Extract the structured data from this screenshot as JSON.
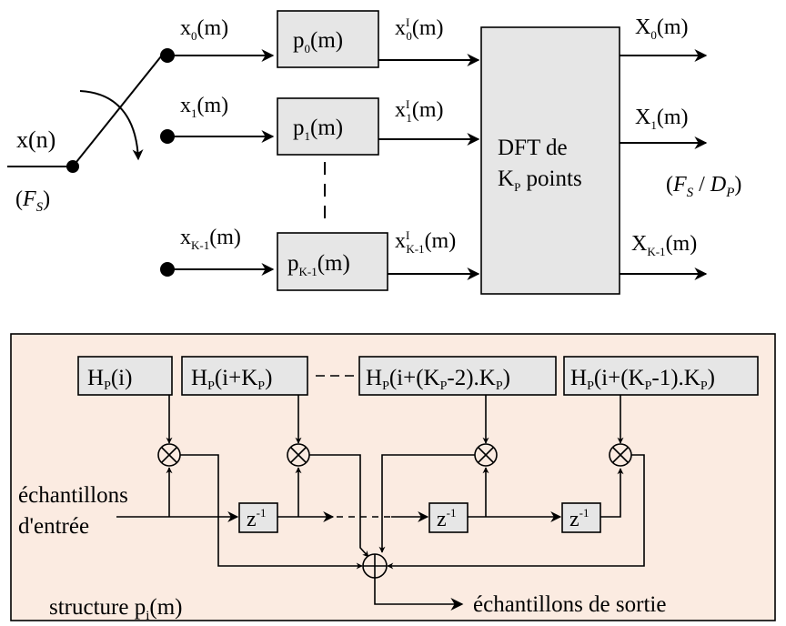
{
  "top": {
    "input": {
      "main": "x(n)",
      "rate_main": "(",
      "rate_var": "F",
      "rate_sub": "S",
      "rate_close": ")"
    },
    "branches": [
      {
        "in_base": "x",
        "in_sub": "0",
        "in_tail": "(m)",
        "filter_base": "p",
        "filter_sub": "0",
        "filter_tail": "(m)",
        "mid_base": "x",
        "mid_sup": "I",
        "mid_sub": "0",
        "mid_tail": "(m)",
        "out_base": "X",
        "out_sub": "0",
        "out_tail": "(m)"
      },
      {
        "in_base": "x",
        "in_sub": "1",
        "in_tail": "(m)",
        "filter_base": "p",
        "filter_sub": "1",
        "filter_tail": "(m)",
        "mid_base": "x",
        "mid_sup": "I",
        "mid_sub": "1",
        "mid_tail": "(m)",
        "out_base": "X",
        "out_sub": "1",
        "out_tail": "(m)"
      },
      {
        "in_base": "x",
        "in_sub": "K-1",
        "in_tail": "(m)",
        "filter_base": "p",
        "filter_sub": "K-1",
        "filter_tail": "(m)",
        "mid_base": "x",
        "mid_sup": "I",
        "mid_sub": "K-1",
        "mid_tail": "(m)",
        "out_base": "X",
        "out_sub": "K-1",
        "out_tail": "(m)"
      }
    ],
    "dft": {
      "line1": "DFT de",
      "line2_base": "K",
      "line2_sub": "P",
      "line2_tail": " points"
    },
    "output_rate": {
      "open": "(",
      "num": "F",
      "num_sub": "S",
      "slash": " / ",
      "den": "D",
      "den_sub": "P",
      "close": ")"
    }
  },
  "bottom": {
    "background": "#fbebe1",
    "coef_boxes": [
      {
        "a": "H",
        "a_sub": "P",
        "b": "(i)"
      },
      {
        "a": "H",
        "a_sub": "P",
        "b": "(i+K",
        "c_sub": "P",
        "d": ")"
      },
      {
        "a": "H",
        "a_sub": "P",
        "b": "(i+(K",
        "c_sub": "P",
        "d": "-2).K",
        "e_sub": "P",
        "f": ")"
      },
      {
        "a": "H",
        "a_sub": "P",
        "b": "(i+(K",
        "c_sub": "P",
        "d": "-1).K",
        "e_sub": "P",
        "f": ")"
      }
    ],
    "delay": {
      "base": "z",
      "sup": "-1"
    },
    "input_label_1": "échantillons",
    "input_label_2": "d'entrée",
    "output_label": "échantillons de sortie",
    "structure_base": "structure p",
    "structure_sub": "i",
    "structure_tail": "(m)"
  }
}
